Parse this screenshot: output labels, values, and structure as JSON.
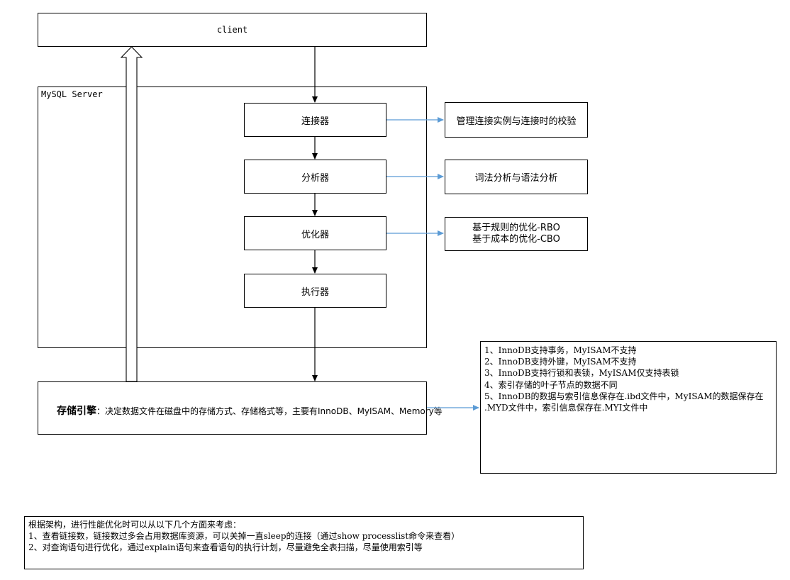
{
  "client": "client",
  "server": "MySQL Server",
  "components": {
    "connector": "连接器",
    "analyzer": "分析器",
    "optimizer": "优化器",
    "executor": "执行器"
  },
  "notes": {
    "connector": "管理连接实例与连接时的校验",
    "analyzer": "词法分析与语法分析",
    "optimizer_1": "基于规则的优化-RBO",
    "optimizer_2": "基于成本的优化-CBO"
  },
  "storage": {
    "title": "存储引擎",
    "desc": "：决定数据文件在磁盘中的存储方式、存储格式等，主要有InnoDB、MyISAM、Memory等"
  },
  "engine_diff": [
    "1、InnoDB支持事务，MyISAM不支持",
    "2、InnoDB支持外键，MyISAM不支持",
    "3、InnoDB支持行锁和表锁，MyISAM仅支持表锁",
    "4、索引存储的叶子节点的数据不同",
    "5、InnoDB的数据与索引信息保存在.ibd文件中，MyISAM的数据保存在",
    ".MYD文件中，索引信息保存在.MYI文件中"
  ],
  "tips": [
    "根据架构，进行性能优化时可以从以下几个方面来考虑：",
    "1、查看链接数，链接数过多会占用数据库资源，可以关掉一直sleep的连接（通过show processlist命令来查看）",
    "2、对查询语句进行优化，通过explain语句来查看语句的执行计划，尽量避免全表扫描，尽量使用索引等"
  ],
  "colors": {
    "line": "#000000",
    "note_arrow": "#5b9bd5"
  }
}
